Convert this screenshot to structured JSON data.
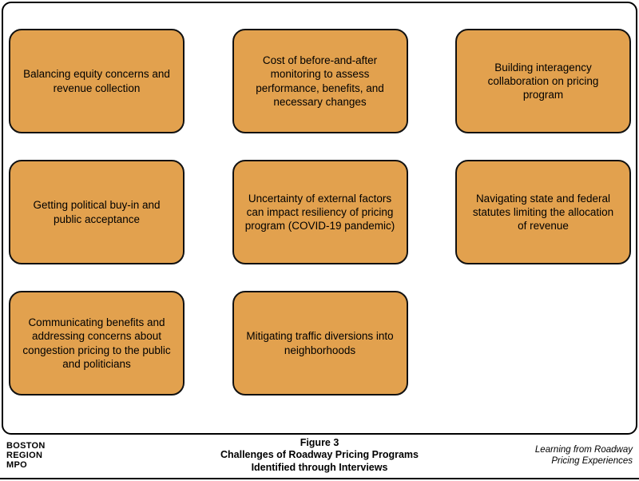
{
  "figure": {
    "boxes": [
      {
        "label": "Balancing equity concerns and revenue collection"
      },
      {
        "label": "Cost of before-and-after monitoring to assess performance, benefits, and necessary changes"
      },
      {
        "label": "Building interagency collaboration on pricing program"
      },
      {
        "label": "Getting political buy-in and public acceptance"
      },
      {
        "label": "Uncertainty of external factors can impact resiliency of pricing program (COVID-19 pandemic)"
      },
      {
        "label": "Navigating state and federal statutes limiting the allocation of revenue"
      },
      {
        "label": "Communicating benefits and addressing concerns about congestion pricing to the public and politicians"
      },
      {
        "label": "Mitigating traffic diversions into neighborhoods"
      }
    ],
    "colors": {
      "box_fill": "#E2A14E",
      "box_border": "#111111"
    }
  },
  "footer": {
    "logo": {
      "line1": "BOSTON",
      "line2": "REGION",
      "line3": "MPO"
    },
    "caption": {
      "line1": "Figure 3",
      "line2": "Challenges of Roadway Pricing Programs",
      "line3": "Identified through Interviews"
    },
    "credit": {
      "line1": "Learning from Roadway",
      "line2": "Pricing Experiences"
    }
  }
}
